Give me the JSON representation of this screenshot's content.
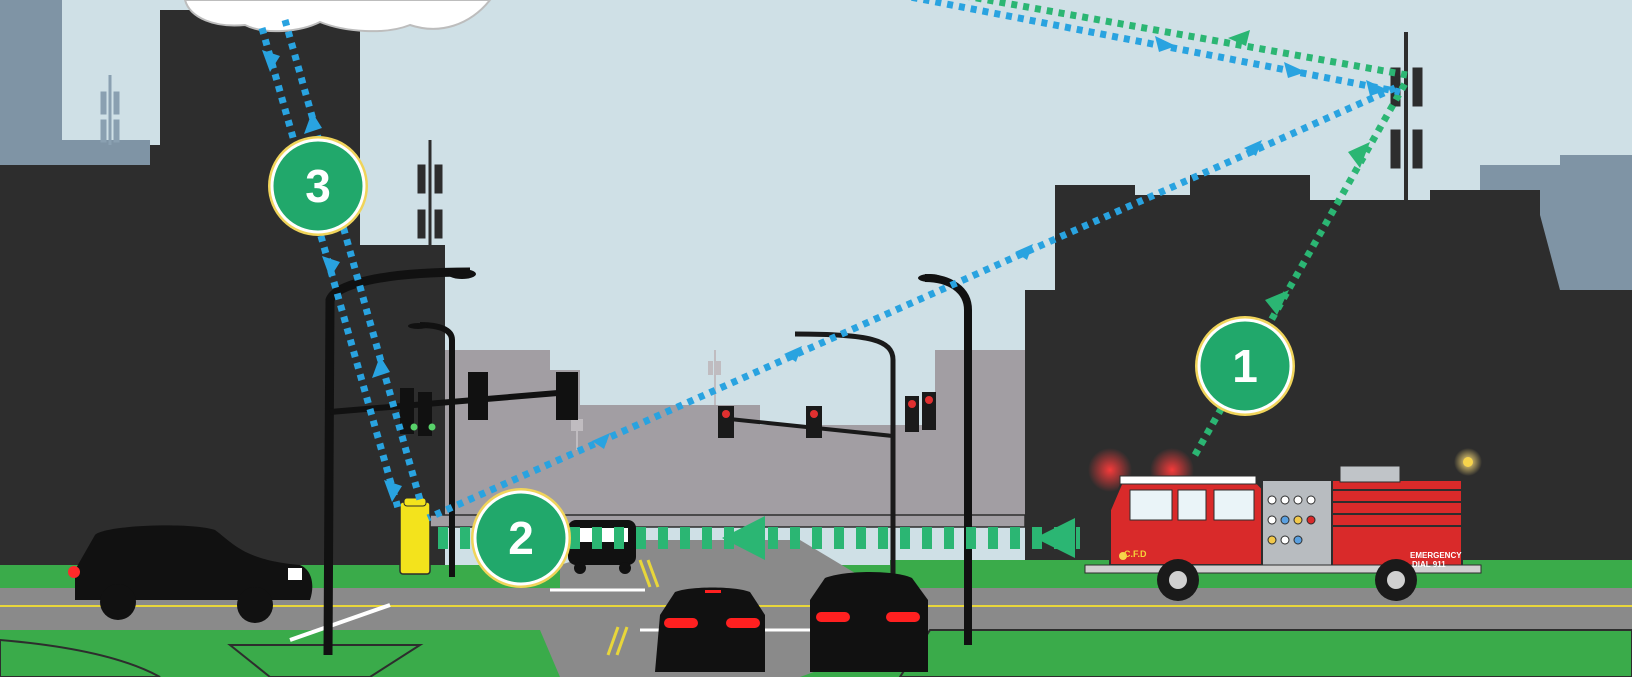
{
  "colors": {
    "sky": "#cfe0e6",
    "link_blue": "#29a3e0",
    "link_green": "#2bb673",
    "step_badge_fill": "#21a86b",
    "step_badge_ring": "#f0d45a",
    "building_dark": "#2d2d2d",
    "building_grey": "#a29ea3",
    "building_blue": "#7f94a5",
    "grass": "#3aab4a",
    "road": "#8a8a8a",
    "truck_red": "#d92a2a",
    "detector_yellow": "#f3e31c"
  },
  "steps": [
    {
      "label": "1"
    },
    {
      "label": "2"
    },
    {
      "label": "3"
    }
  ],
  "fire_truck": {
    "door_logo": "C.F.D",
    "side_text_line1": "EMERGENCY",
    "side_text_line2": "DIAL 911"
  }
}
